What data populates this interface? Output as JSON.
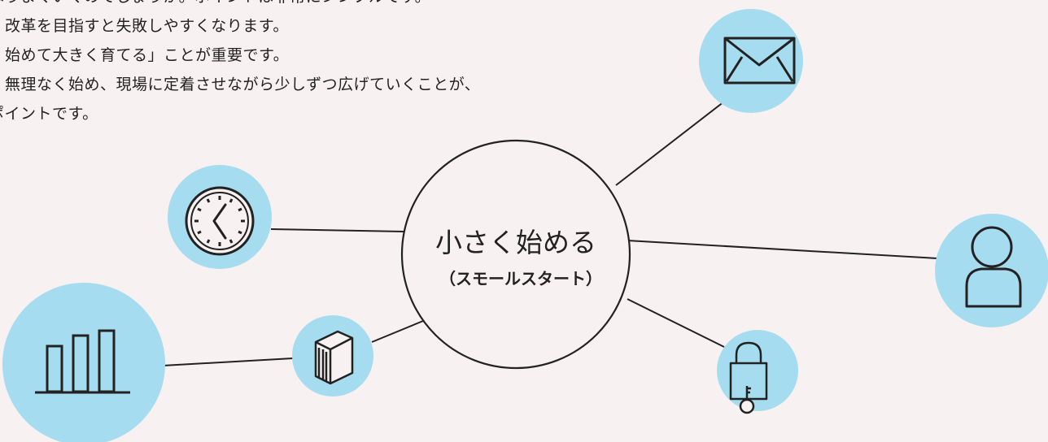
{
  "intro": {
    "lines": [
      "はうまくいくのでしょうか。ポイントは非常にシンプルです。",
      "改革を目指すと失敗しやすくなります。",
      "始めて大きく育てる」ことが重要です。",
      "無理なく始め、現場に定着させながら少しずつ広げていくことが、",
      "ポイントです。"
    ]
  },
  "hub": {
    "title": "小さく始める",
    "subtitle": "（スモールスタート）"
  },
  "nodes": [
    {
      "name": "mail-node",
      "icon": "mail-icon"
    },
    {
      "name": "clock-node",
      "icon": "clock-icon"
    },
    {
      "name": "user-node",
      "icon": "user-icon"
    },
    {
      "name": "bar-chart-node",
      "icon": "bar-chart-icon"
    },
    {
      "name": "book-node",
      "icon": "book-icon"
    },
    {
      "name": "lock-node",
      "icon": "lock-key-icon"
    }
  ],
  "colors": {
    "background": "#f8f1f2",
    "node_fill": "#a6dcef",
    "stroke": "#222222"
  }
}
